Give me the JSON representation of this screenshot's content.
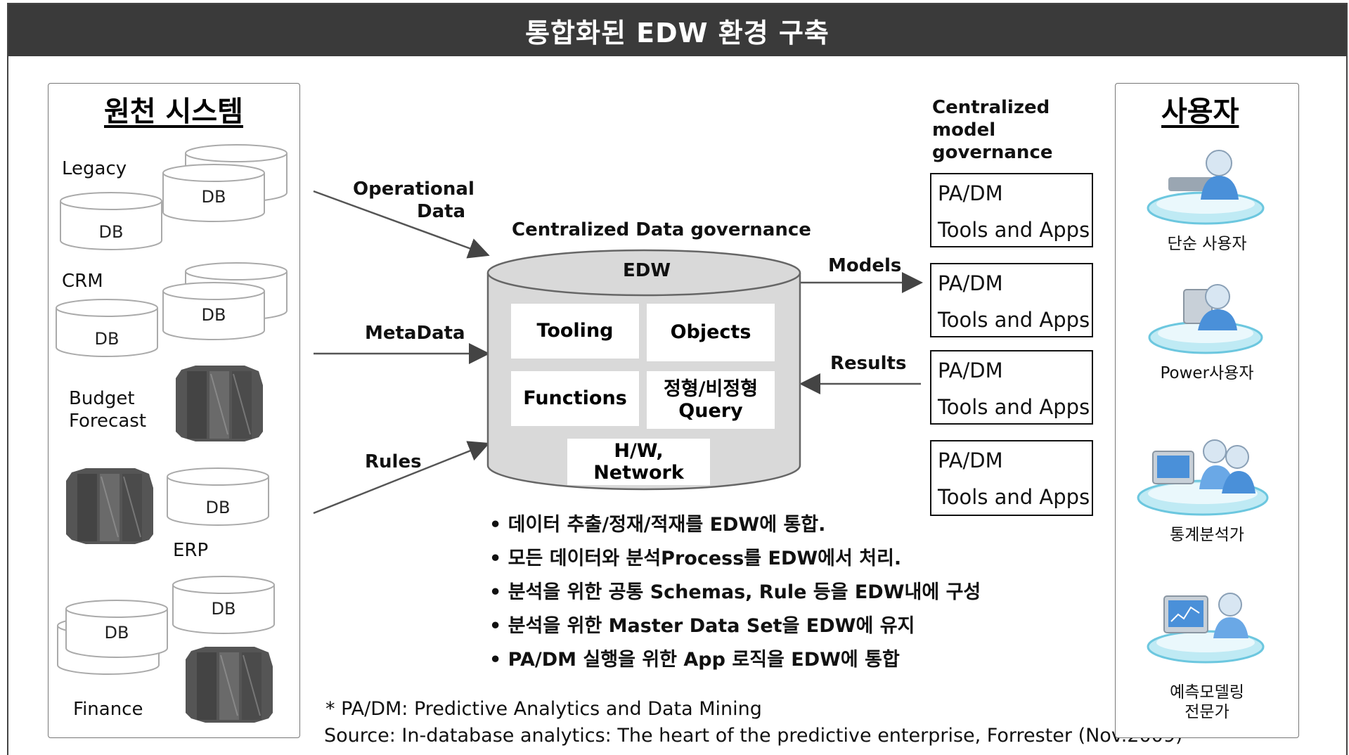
{
  "title": "통합화된 EDW 환경 구축",
  "sources": {
    "heading": "원천 시스템",
    "legacy_label": "Legacy",
    "crm_label": "CRM",
    "budget_label_1": "Budget",
    "budget_label_2": "Forecast",
    "erp_label": "ERP",
    "finance_label": "Finance",
    "db_text": "DB"
  },
  "flows": {
    "operational_1": "Operational",
    "operational_2": "Data",
    "metadata": "MetaData",
    "rules": "Rules",
    "models": "Models",
    "results": "Results"
  },
  "edw": {
    "governance": "Centralized Data governance",
    "name": "EDW",
    "tiles": {
      "tooling": "Tooling",
      "objects": "Objects",
      "functions": "Functions",
      "query_1": "정형/비정형",
      "query_2": "Query",
      "hw": "H/W, Network"
    }
  },
  "model_governance": {
    "line1": "Centralized",
    "line2": "model",
    "line3": "governance"
  },
  "pa_boxes": [
    {
      "line1": "PA/DM",
      "line2": "Tools and Apps"
    },
    {
      "line1": "PA/DM",
      "line2": "Tools and Apps"
    },
    {
      "line1": "PA/DM",
      "line2": "Tools and Apps"
    },
    {
      "line1": "PA/DM",
      "line2": "Tools and Apps"
    }
  ],
  "bullets": [
    "• 데이터 추출/정재/적재를 EDW에 통합.",
    "• 모든 데이터와 분석Process를 EDW에서 처리.",
    "• 분석을 위한 공통 Schemas, Rule 등을 EDW내에 구성",
    "• 분석을 위한 Master Data Set을 EDW에 유지",
    "• PA/DM 실행을 위한 App 로직을 EDW에 통합"
  ],
  "notes": {
    "abbr": "* PA/DM: Predictive Analytics and Data Mining",
    "source": "Source: In-database analytics: The heart of the predictive enterprise, Forrester (Nov.2009)"
  },
  "users": {
    "heading": "사용자",
    "simple": "단순 사용자",
    "power": "Power사용자",
    "stat": "통계분석가",
    "model_1": "예측모델링",
    "model_2": "전문가"
  },
  "colors": {
    "title_bg": "#3a3a3a",
    "edw_fill": "#d9d9d9",
    "user_icon_blue": "#4a90d9",
    "platform_cyan": "#7fd3e8"
  }
}
